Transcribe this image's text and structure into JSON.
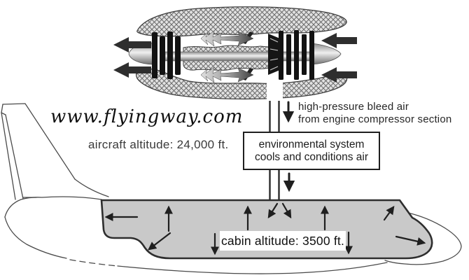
{
  "watermark": {
    "text": "www.flyingway.com"
  },
  "labels": {
    "aircraft_altitude": "aircraft altitude: 24,000 ft.",
    "bleed_air": {
      "line1": "high-pressure bleed air",
      "line2": "from engine compressor section"
    },
    "environmental_box": {
      "line1": "environmental system",
      "line2": "cools and conditions air"
    },
    "cabin_altitude": "cabin altitude: 3500 ft."
  },
  "icons": {
    "engine": "turbofan-cutaway",
    "exhaust_arrows": "thick-left-arrow-icon",
    "intake_arrows": "thick-left-arrow-icon",
    "bleed_air_arrow": "down-arrow-icon",
    "supply_arrow": "down-arrow-icon",
    "cabin_airflow": "thin-directional-arrow-icon",
    "flames": "flame-icon"
  },
  "colors": {
    "background": "#ffffff",
    "cabin_fill": "#c9c9c9",
    "outline_dark": "#2e2e2e",
    "outline_thin": "#4a4a4a",
    "nacelle_hatch_bg": "#e2e2e2",
    "arrow": "#1f1f1f",
    "text": "#1d1d1d"
  }
}
